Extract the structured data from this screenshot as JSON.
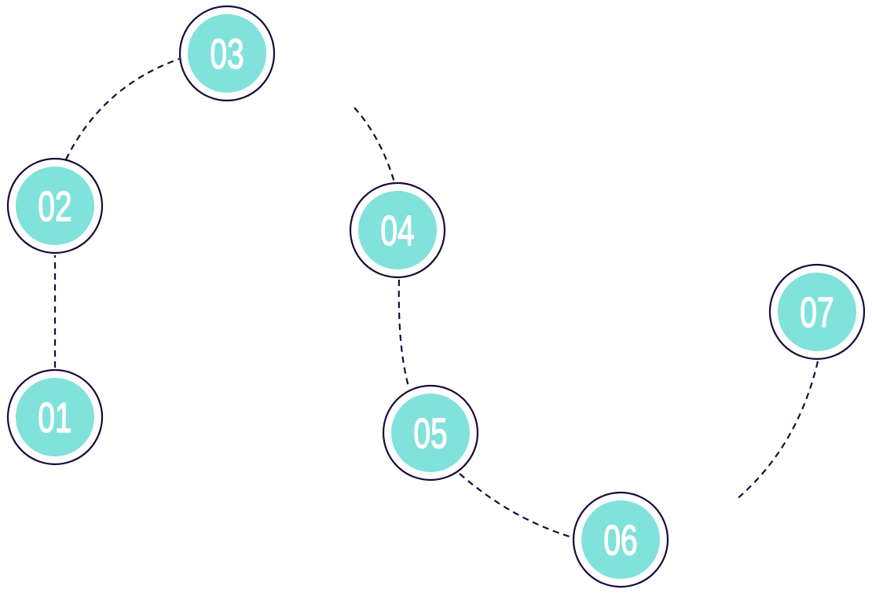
{
  "colors": {
    "fill": "#80E2DA",
    "outline": "#1A0A3A",
    "text": "#FFFFFF",
    "dash": "#1A0A3A"
  },
  "steps": [
    {
      "label": "01"
    },
    {
      "label": "02"
    },
    {
      "label": "03"
    },
    {
      "label": "04"
    },
    {
      "label": "05"
    },
    {
      "label": "06"
    },
    {
      "label": "07"
    }
  ]
}
